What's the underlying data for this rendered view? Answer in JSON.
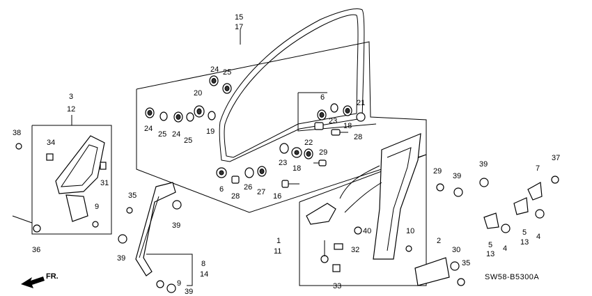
{
  "diagram_code": "SW58-B5300A",
  "direction_label": "FR.",
  "labels": {
    "l15": "15",
    "l17": "17",
    "l3": "3",
    "l12": "12",
    "l38": "38",
    "l34": "34",
    "l31": "31",
    "l9a": "9",
    "l36": "36",
    "l24a": "24",
    "l25a": "25",
    "l20": "20",
    "l24b": "24",
    "l25b": "25",
    "l24c": "24",
    "l25c": "25",
    "l19": "19",
    "l6a": "6",
    "l23a": "23",
    "l18a": "18",
    "l21": "21",
    "l28a": "28",
    "l22": "22",
    "l29a": "29",
    "l23b": "23",
    "l18b": "18",
    "l6b": "6",
    "l28b": "28",
    "l26": "26",
    "l27": "27",
    "l16": "16",
    "l35a": "35",
    "l39a": "39",
    "l39b": "39",
    "l8": "8",
    "l14": "14",
    "l9b": "9",
    "l39c": "39",
    "l1": "1",
    "l11": "11",
    "l40": "40",
    "l32": "32",
    "l33": "33",
    "l10": "10",
    "l29b": "29",
    "l39d": "39",
    "l39e": "39",
    "l7": "7",
    "l37": "37",
    "l5a": "5",
    "l13a": "13",
    "l4a": "4",
    "l5b": "5",
    "l13b": "13",
    "l4b": "4",
    "l2": "2",
    "l30": "30",
    "l35b": "35"
  }
}
